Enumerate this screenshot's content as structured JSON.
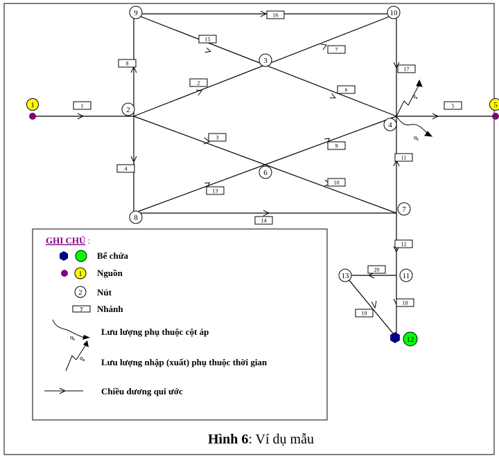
{
  "figure": {
    "caption_bold": "Hình 6",
    "caption_rest": ": Ví dụ mẫu"
  },
  "nodes": [
    {
      "id": "n1",
      "label": "1"
    },
    {
      "id": "n2",
      "label": "2"
    },
    {
      "id": "n3",
      "label": "3"
    },
    {
      "id": "n4",
      "label": "4"
    },
    {
      "id": "n5",
      "label": "5"
    },
    {
      "id": "n6",
      "label": "6"
    },
    {
      "id": "n7",
      "label": "7"
    },
    {
      "id": "n8",
      "label": "8"
    },
    {
      "id": "n9",
      "label": "9"
    },
    {
      "id": "n10",
      "label": "10"
    },
    {
      "id": "n11",
      "label": "11"
    },
    {
      "id": "n12",
      "label": "12"
    },
    {
      "id": "n13",
      "label": "13"
    }
  ],
  "branches": [
    {
      "id": "b1",
      "label": "1"
    },
    {
      "id": "b2",
      "label": "2"
    },
    {
      "id": "b3",
      "label": "3"
    },
    {
      "id": "b4",
      "label": "4"
    },
    {
      "id": "b5",
      "label": "5"
    },
    {
      "id": "b6",
      "label": "6"
    },
    {
      "id": "b7",
      "label": "7"
    },
    {
      "id": "b8",
      "label": "8"
    },
    {
      "id": "b9",
      "label": "9"
    },
    {
      "id": "b10",
      "label": "10"
    },
    {
      "id": "b11",
      "label": "11"
    },
    {
      "id": "b12",
      "label": "12"
    },
    {
      "id": "b13",
      "label": "13"
    },
    {
      "id": "b14",
      "label": "14"
    },
    {
      "id": "b15",
      "label": "15"
    },
    {
      "id": "b16",
      "label": "16"
    },
    {
      "id": "b17",
      "label": "17"
    },
    {
      "id": "b18",
      "label": "18"
    },
    {
      "id": "b19",
      "label": "19"
    },
    {
      "id": "b20",
      "label": "20"
    }
  ],
  "flow_labels": {
    "qd": "Q",
    "qd_sub": "D",
    "qe": "Q",
    "qe_sub": "E"
  },
  "legend": {
    "title": "GHI CHÚ",
    "title_suffix": " :",
    "tank": "Bể chứa",
    "source": "Nguồn",
    "source_example": "1",
    "node": "Nút",
    "node_example": "2",
    "branch": "Nhánh",
    "branch_example": "7",
    "pressure_flow": "Lưu lượng phụ thuộc cột áp",
    "time_flow": "Lưu lượng nhập (xuất) phụ thuộc thời gian",
    "direction": "Chiều dương qui ước"
  },
  "colors": {
    "source_fill": "#ffff00",
    "source_dot": "#800080",
    "tank_hex": "#000080",
    "tank_circle": "#00ff00",
    "legend_title": "#800080",
    "line": "#000000"
  }
}
